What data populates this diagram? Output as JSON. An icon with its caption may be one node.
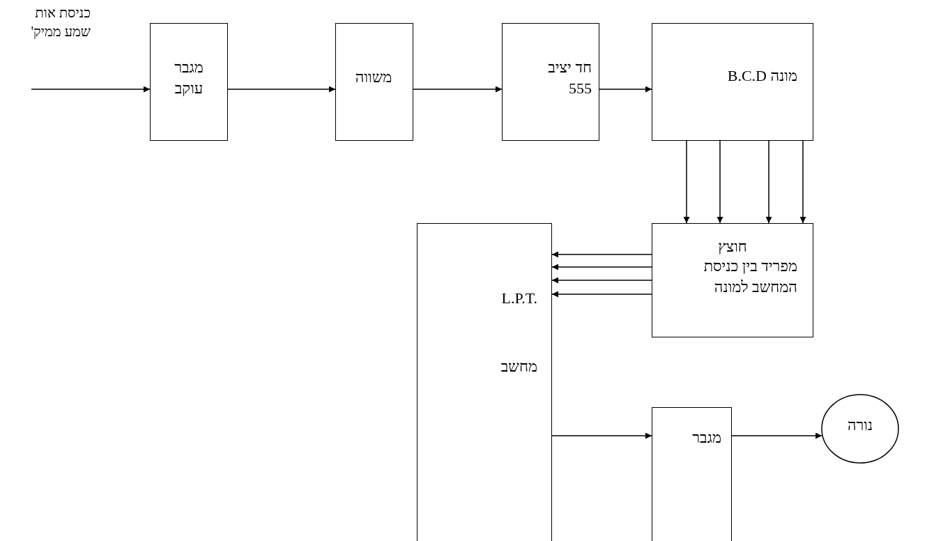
{
  "diagram": {
    "nodes": [
      {
        "text": [
          "מגבר עוקב"
        ]
      },
      {
        "text": [
          "משווה"
        ]
      },
      {
        "text": [
          "חד יציב 555"
        ]
      },
      {
        "text": [
          "מונה B.C.D"
        ]
      },
      {
        "text": [
          "חוצץ",
          "מפריד בין כניסת המחשב למונה"
        ]
      },
      {
        "text": [
          "L.P.T.",
          "מחשב"
        ]
      },
      {
        "text": [
          "מגבר"
        ]
      },
      {
        "text": [
          "נורה"
        ]
      }
    ],
    "edges": [
      {
        "from": null,
        "to": 0,
        "arrow": "to"
      },
      {
        "from": 0,
        "to": 1,
        "arrow": "to"
      },
      {
        "from": 1,
        "to": 2,
        "arrow": "to"
      },
      {
        "from": 2,
        "to": 3,
        "arrow": "to"
      },
      {
        "from": 3,
        "to": 4,
        "arrow": "to"
      },
      {
        "from": 3,
        "to": 4,
        "arrow": "to"
      },
      {
        "from": 3,
        "to": 4,
        "arrow": "to"
      },
      {
        "from": 3,
        "to": 4,
        "arrow": "to"
      },
      {
        "from": 4,
        "to": 5,
        "arrow": "to"
      },
      {
        "from": 4,
        "to": 5,
        "arrow": "to"
      },
      {
        "from": 4,
        "to": 5,
        "arrow": "to"
      },
      {
        "from": 4,
        "to": 5,
        "arrow": "to"
      },
      {
        "from": 5,
        "to": 6,
        "arrow": "to"
      },
      {
        "from": 6,
        "to": 7,
        "arrow": "to"
      }
    ],
    "labels": [
      "כניסת אות שמע ממיק'"
    ]
  }
}
